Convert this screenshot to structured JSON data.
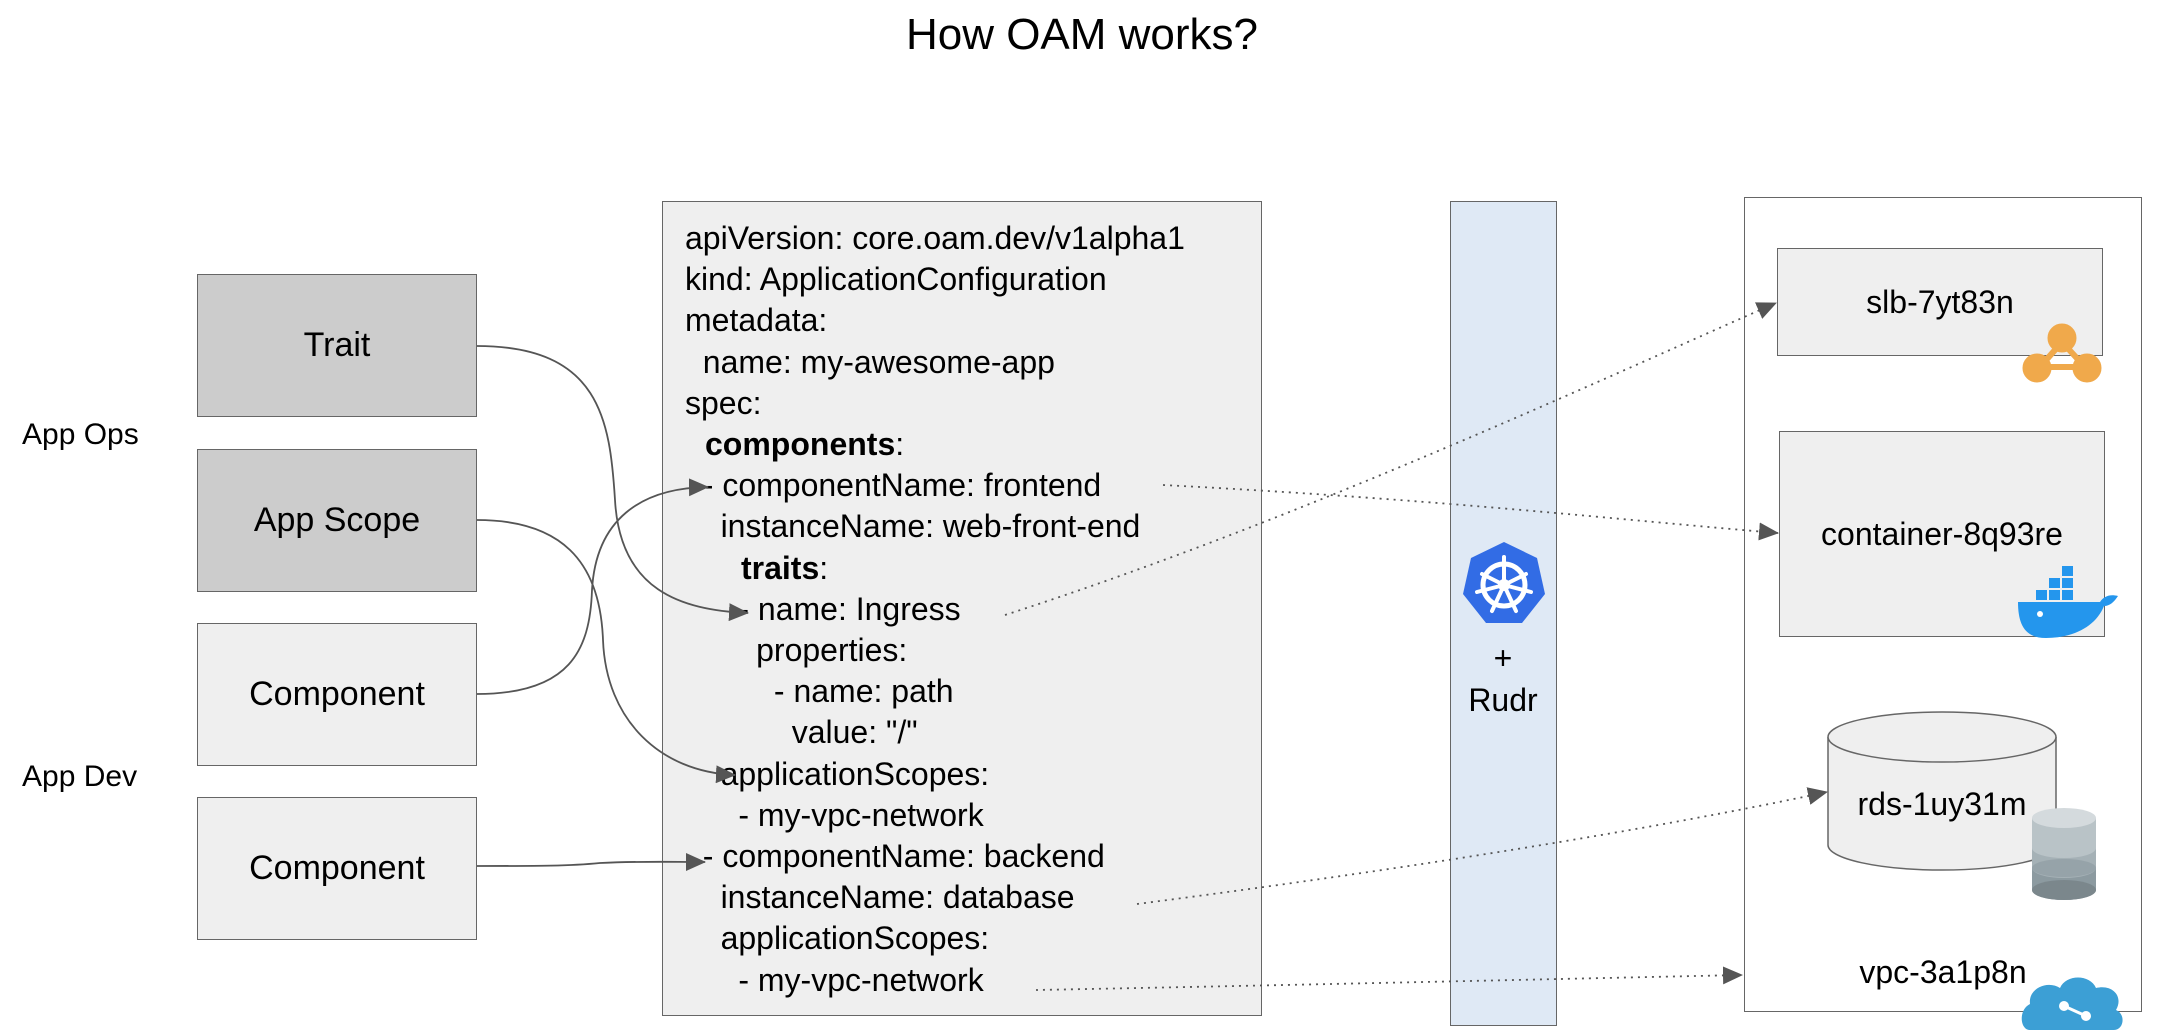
{
  "title": "How OAM works?",
  "roles": {
    "ops": "App Ops",
    "dev": "App Dev"
  },
  "blocks": {
    "trait": "Trait",
    "app_scope": "App Scope",
    "component_1": "Component",
    "component_2": "Component"
  },
  "yaml": [
    {
      "text": "apiVersion: core.oam.dev/v1alpha1",
      "bold": false
    },
    {
      "text": "kind: ApplicationConfiguration",
      "bold": false
    },
    {
      "text": "metadata:",
      "bold": false
    },
    {
      "text": "  name: my-awesome-app",
      "bold": false
    },
    {
      "text": "spec:",
      "bold": false
    },
    {
      "text": "components",
      "bold": true,
      "suffix": ":"
    },
    {
      "text": "  - componentName: frontend",
      "bold": false
    },
    {
      "text": "    instanceName: web-front-end",
      "bold": false
    },
    {
      "text": "traits",
      "bold": true,
      "suffix": ":"
    },
    {
      "text": "      - name: Ingress",
      "bold": false
    },
    {
      "text": "        properties:",
      "bold": false
    },
    {
      "text": "          - name: path",
      "bold": false
    },
    {
      "text": "            value: \"/\"",
      "bold": false
    },
    {
      "text": "    applicationScopes:",
      "bold": false
    },
    {
      "text": "      - my-vpc-network",
      "bold": false
    },
    {
      "text": "  - componentName: backend",
      "bold": false
    },
    {
      "text": "    instanceName: database",
      "bold": false
    },
    {
      "text": "    applicationScopes:",
      "bold": false
    },
    {
      "text": "      - my-vpc-network",
      "bold": false
    }
  ],
  "runtime": {
    "plus": "+",
    "name": "Rudr",
    "icon": "kubernetes-helm-icon"
  },
  "resources": {
    "slb": "slb-7yt83n",
    "container": "container-8q93re",
    "rds": "rds-1uy31m",
    "vpc": "vpc-3a1p8n"
  },
  "colors": {
    "dark_box": "#cccccc",
    "light_box": "#efefef",
    "rudr_bar": "#dfe9f5",
    "k8s_blue": "#326ce5",
    "slb_orange": "#f0a94b",
    "docker_blue": "#2496ed"
  }
}
